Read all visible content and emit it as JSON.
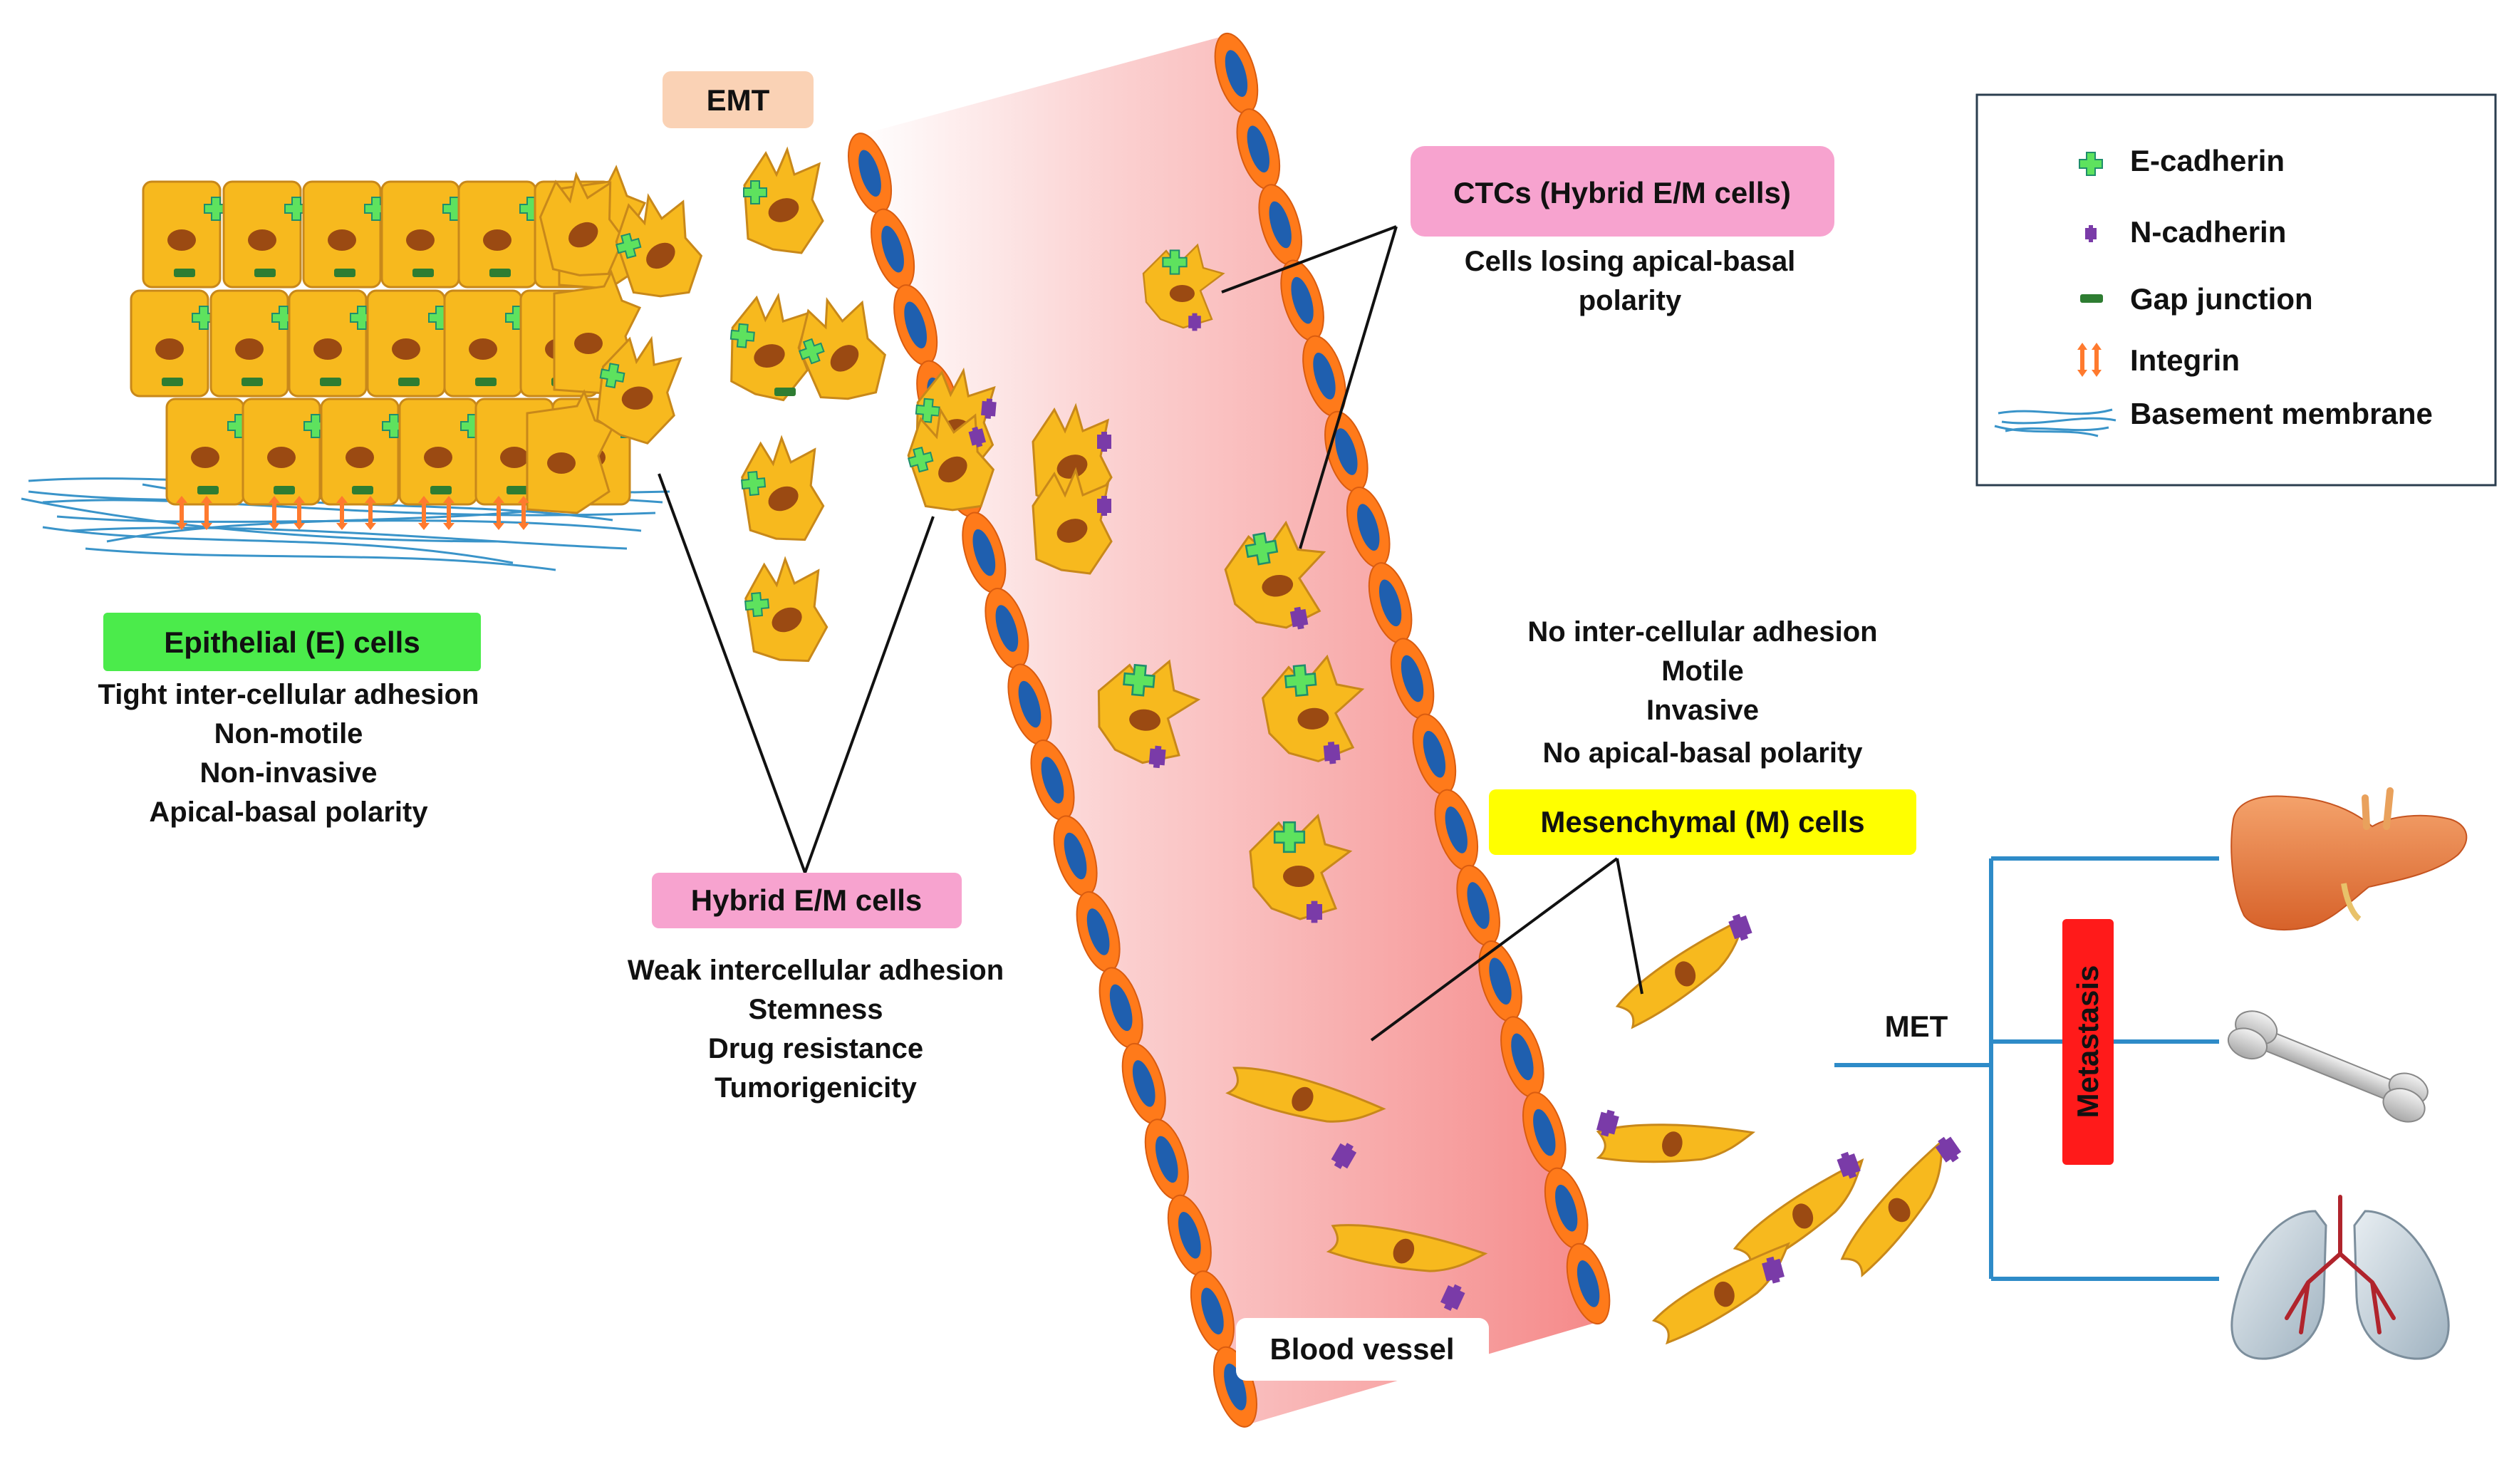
{
  "emt_label": "EMT",
  "epithelial": {
    "title": "Epithelial (E) cells",
    "lines": [
      "Tight inter-cellular adhesion",
      "Non-motile",
      "Non-invasive",
      "Apical-basal polarity"
    ]
  },
  "hybrid": {
    "title": "Hybrid E/M cells",
    "lines": [
      "Weak intercellular adhesion",
      "Stemness",
      "Drug resistance",
      "Tumorigenicity"
    ]
  },
  "ctcs": {
    "title": "CTCs (Hybrid E/M cells)",
    "lines": [
      "Cells losing apical-basal",
      "polarity"
    ]
  },
  "mesenchymal": {
    "title": "Mesenchymal (M) cells",
    "lines": [
      "No inter-cellular adhesion",
      "Motile",
      "Invasive",
      "No apical-basal polarity"
    ]
  },
  "blood_vessel_label": "Blood vessel",
  "met_label": "MET",
  "metastasis_label": "Metastasis",
  "legend": {
    "items": [
      {
        "label": "E-cadherin",
        "icon": "e-cadherin-icon"
      },
      {
        "label": "N-cadherin",
        "icon": "n-cadherin-icon"
      },
      {
        "label": "Gap junction",
        "icon": "gap-junction-icon"
      },
      {
        "label": "Integrin",
        "icon": "integrin-icon"
      },
      {
        "label": "Basement membrane",
        "icon": "basement-membrane-icon"
      }
    ]
  },
  "colors": {
    "cell_fill": "#F7B91E",
    "cell_stroke": "#C8881A",
    "nucleus": "#9B4A12",
    "e_cadherin": "#5EE25E",
    "n_cadherin": "#7A3BA8",
    "gap_junction": "#2E7D32",
    "integrin": "#FF7A2E",
    "membrane": "#3A94C9",
    "vessel_outer": "#FF7A1A",
    "vessel_inner": "#1F5FAF",
    "vessel_fill": "#F59A9A",
    "emt_box": "#FAD2B5",
    "epithelial_box": "#4BEB4B",
    "hybrid_box": "#F7A3CF",
    "ctc_box": "#F7A3CF",
    "mesenchymal_box": "#FFFF00",
    "metastasis_box": "#FF1A1A",
    "met_lines": "#2E8BC8"
  }
}
